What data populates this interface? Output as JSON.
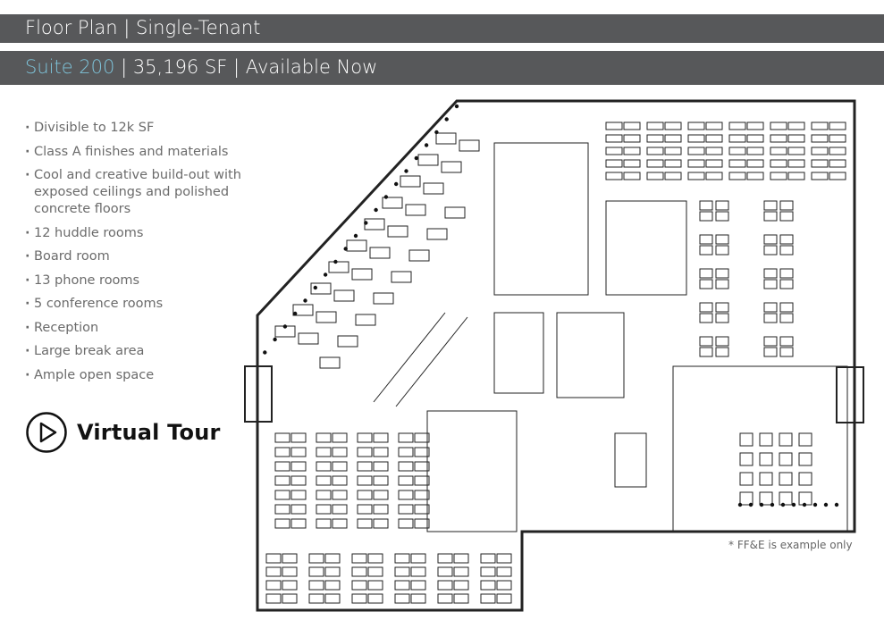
{
  "header": {
    "title": "Floor Plan | Single-Tenant",
    "suite_name": "Suite 200",
    "suite_detail": " | 35,196 SF | Available Now",
    "suite_color": "#7ec3d9",
    "bar_color": "#57585a"
  },
  "features": [
    "Divisible to 12k SF",
    "Class A finishes and materials",
    "Cool and creative build-out with exposed ceilings and polished concrete floors",
    "12 huddle rooms",
    "Board room",
    "13 phone rooms",
    "5 conference rooms",
    "Reception",
    "Large break area",
    "Ample open space"
  ],
  "tour": {
    "label": "Virtual Tour",
    "icon": "play-circle-icon"
  },
  "plan": {
    "note": "* FF&E is example only"
  }
}
